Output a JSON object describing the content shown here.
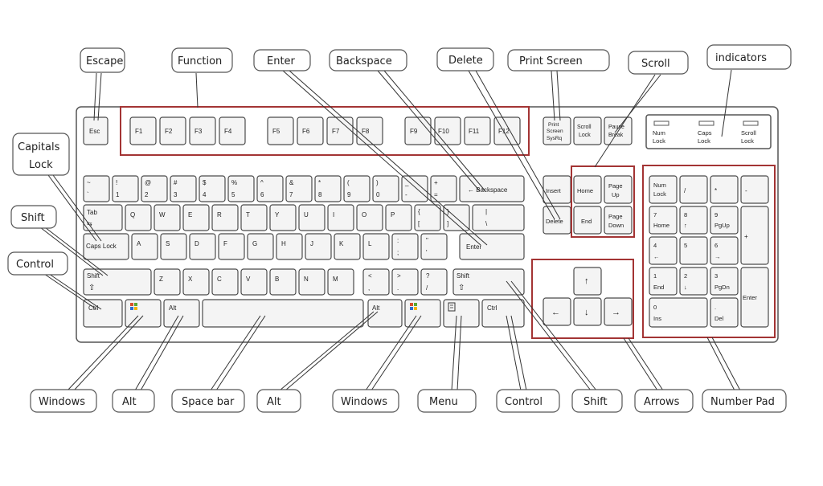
{
  "callouts": {
    "escape": "Escape",
    "function": "Function",
    "enter": "Enter",
    "backspace": "Backspace",
    "delete": "Delete",
    "print_screen": "Print Screen",
    "scroll": "Scroll",
    "indicators": "indicators",
    "capitals_lock_line1": "Capitals",
    "capitals_lock_line2": "Lock",
    "shift_left": "Shift",
    "control_left": "Control",
    "windows_left": "Windows",
    "alt_left": "Alt",
    "space_bar": "Space bar",
    "alt_right": "Alt",
    "windows_right": "Windows",
    "menu": "Menu",
    "control_right": "Control",
    "shift_right": "Shift",
    "arrows": "Arrows",
    "number_pad": "Number Pad"
  },
  "indicators": [
    {
      "line1": "Num",
      "line2": "Lock"
    },
    {
      "line1": "Caps",
      "line2": "Lock"
    },
    {
      "line1": "Scroll",
      "line2": "Lock"
    }
  ],
  "keys": {
    "esc": "Esc",
    "f1": "F1",
    "f2": "F2",
    "f3": "F3",
    "f4": "F4",
    "f5": "F5",
    "f6": "F6",
    "f7": "F7",
    "f8": "F8",
    "f9": "F9",
    "f10": "F10",
    "f11": "F11",
    "f12": "F12",
    "prtsc_1": "Print",
    "prtsc_2": "Screen",
    "prtsc_3": "SysRq",
    "scrlk_1": "Scroll",
    "scrlk_2": "Lock",
    "pause_1": "Pause",
    "pause_2": "Break",
    "num_row": [
      {
        "top": "~",
        "bot": "`"
      },
      {
        "top": "!",
        "bot": "1"
      },
      {
        "top": "@",
        "bot": "2"
      },
      {
        "top": "#",
        "bot": "3"
      },
      {
        "top": "$",
        "bot": "4"
      },
      {
        "top": "%",
        "bot": "5"
      },
      {
        "top": "^",
        "bot": "6"
      },
      {
        "top": "&",
        "bot": "7"
      },
      {
        "top": "*",
        "bot": "8"
      },
      {
        "top": "(",
        "bot": "9"
      },
      {
        "top": ")",
        "bot": "0"
      },
      {
        "top": "_",
        "bot": "-"
      },
      {
        "top": "+",
        "bot": "="
      }
    ],
    "backspace": "← Backspace",
    "tab": "Tab",
    "q_row": [
      "Q",
      "W",
      "E",
      "R",
      "T",
      "Y",
      "U",
      "I",
      "O",
      "P"
    ],
    "bracket_open": {
      "top": "{",
      "bot": "["
    },
    "bracket_close": {
      "top": "}",
      "bot": "]"
    },
    "pipe": {
      "top": "|",
      "bot": "\\"
    },
    "caps": "Caps Lock",
    "a_row": [
      "A",
      "S",
      "D",
      "F",
      "G",
      "H",
      "J",
      "K",
      "L"
    ],
    "semicolon": {
      "top": ":",
      "bot": ";"
    },
    "quote": {
      "top": "\"",
      "bot": "'"
    },
    "enter": "Enter",
    "shift": "Shift",
    "z_row": [
      "Z",
      "X",
      "C",
      "V",
      "B",
      "N",
      "M"
    ],
    "comma": {
      "top": "<",
      "bot": ","
    },
    "period": {
      "top": ">",
      "bot": "."
    },
    "slash": {
      "top": "?",
      "bot": "/"
    },
    "ctrl": "Ctrl",
    "alt": "Alt",
    "insert": "Insert",
    "home": "Home",
    "pageup_1": "Page",
    "pageup_2": "Up",
    "delete": "Delete",
    "end": "End",
    "pagedown_1": "Page",
    "pagedown_2": "Down",
    "arrow_up": "↑",
    "arrow_left": "←",
    "arrow_down": "↓",
    "arrow_right": "→",
    "numlock_1": "Num",
    "numlock_2": "Lock",
    "np_div": "/",
    "np_mul": "*",
    "np_minus": "-",
    "np7_1": "7",
    "np7_2": "Home",
    "np8_1": "8",
    "np8_2": "↑",
    "np9_1": "9",
    "np9_2": "PgUp",
    "np_plus": "+",
    "np4_1": "4",
    "np4_2": "←",
    "np5": "5",
    "np6_1": "6",
    "np6_2": "→",
    "np1_1": "1",
    "np1_2": "End",
    "np2_1": "2",
    "np2_2": "↓",
    "np3_1": "3",
    "np3_2": "PgDn",
    "np_enter": "Enter",
    "np0_1": "0",
    "np0_2": "Ins",
    "npdot_1": ".",
    "npdot_2": "Del"
  }
}
